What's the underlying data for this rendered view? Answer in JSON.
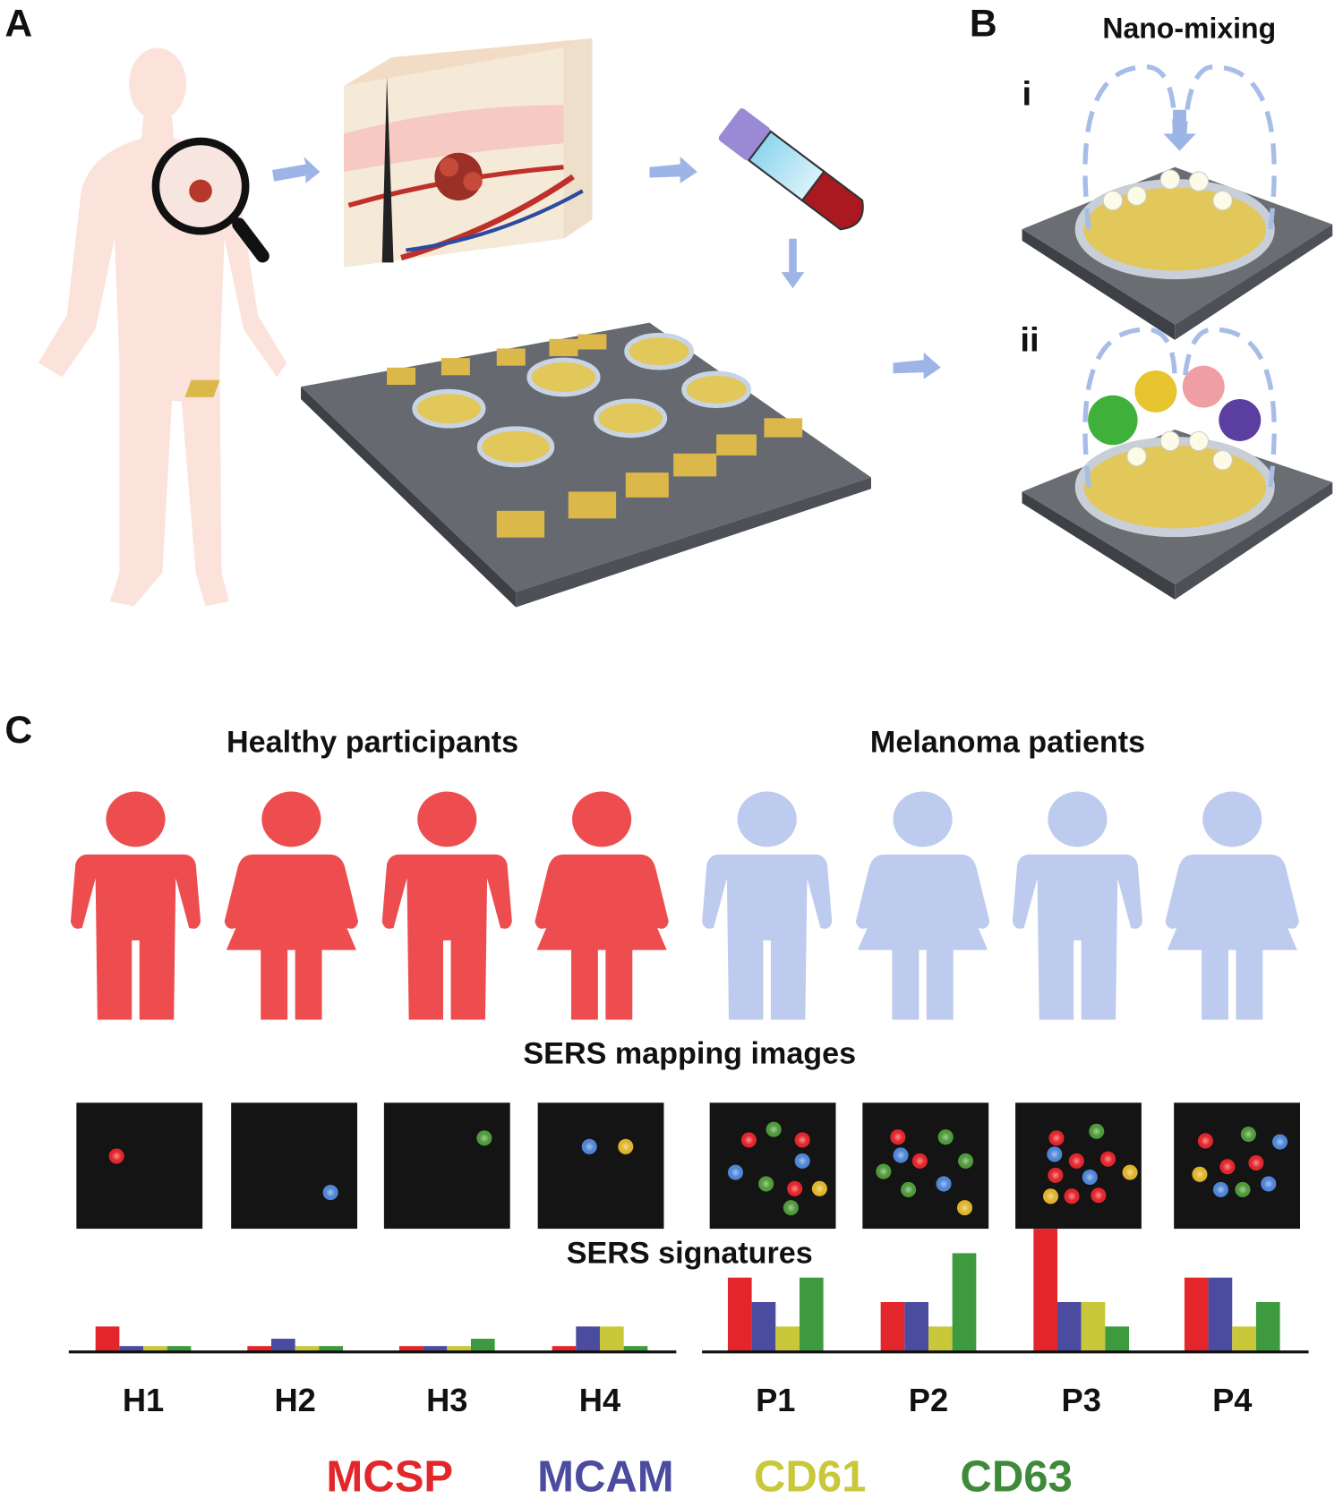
{
  "panels": {
    "a": {
      "letter": "A"
    },
    "b": {
      "letter": "B",
      "title": "Nano-mixing",
      "step_i": "i",
      "step_ii": "ii"
    },
    "c": {
      "letter": "C",
      "healthy_title": "Healthy participants",
      "patients_title": "Melanoma patients",
      "mapping_title": "SERS mapping images",
      "signatures_title": "SERS signatures"
    }
  },
  "colors": {
    "healthy": "#ee4d4f",
    "patient": "#bccbee",
    "MCSP": "#e3262b",
    "MCAM": "#4b4ba0",
    "CD61": "#c8c83a",
    "CD63": "#3e9a3e"
  },
  "legend": [
    "MCSP",
    "MCAM",
    "CD61",
    "CD63"
  ],
  "chart_data": {
    "type": "bar",
    "title": "SERS signatures",
    "categories": [
      "H1",
      "H2",
      "H3",
      "H4",
      "P1",
      "P2",
      "P3",
      "P4"
    ],
    "series": [
      {
        "name": "MCSP",
        "values": [
          1.0,
          0.2,
          0.2,
          0.2,
          3,
          2,
          5,
          3
        ]
      },
      {
        "name": "MCAM",
        "values": [
          0.2,
          0.5,
          0.2,
          1.0,
          2,
          2,
          2,
          3
        ]
      },
      {
        "name": "CD61",
        "values": [
          0.2,
          0.2,
          0.2,
          1.0,
          1,
          1,
          2,
          1
        ]
      },
      {
        "name": "CD63",
        "values": [
          0.2,
          0.2,
          0.5,
          0.2,
          3,
          4,
          1,
          2
        ]
      }
    ],
    "xlabel": "",
    "ylabel": "",
    "ylim": [
      0,
      5
    ],
    "grid": false,
    "legend": "bottom"
  }
}
